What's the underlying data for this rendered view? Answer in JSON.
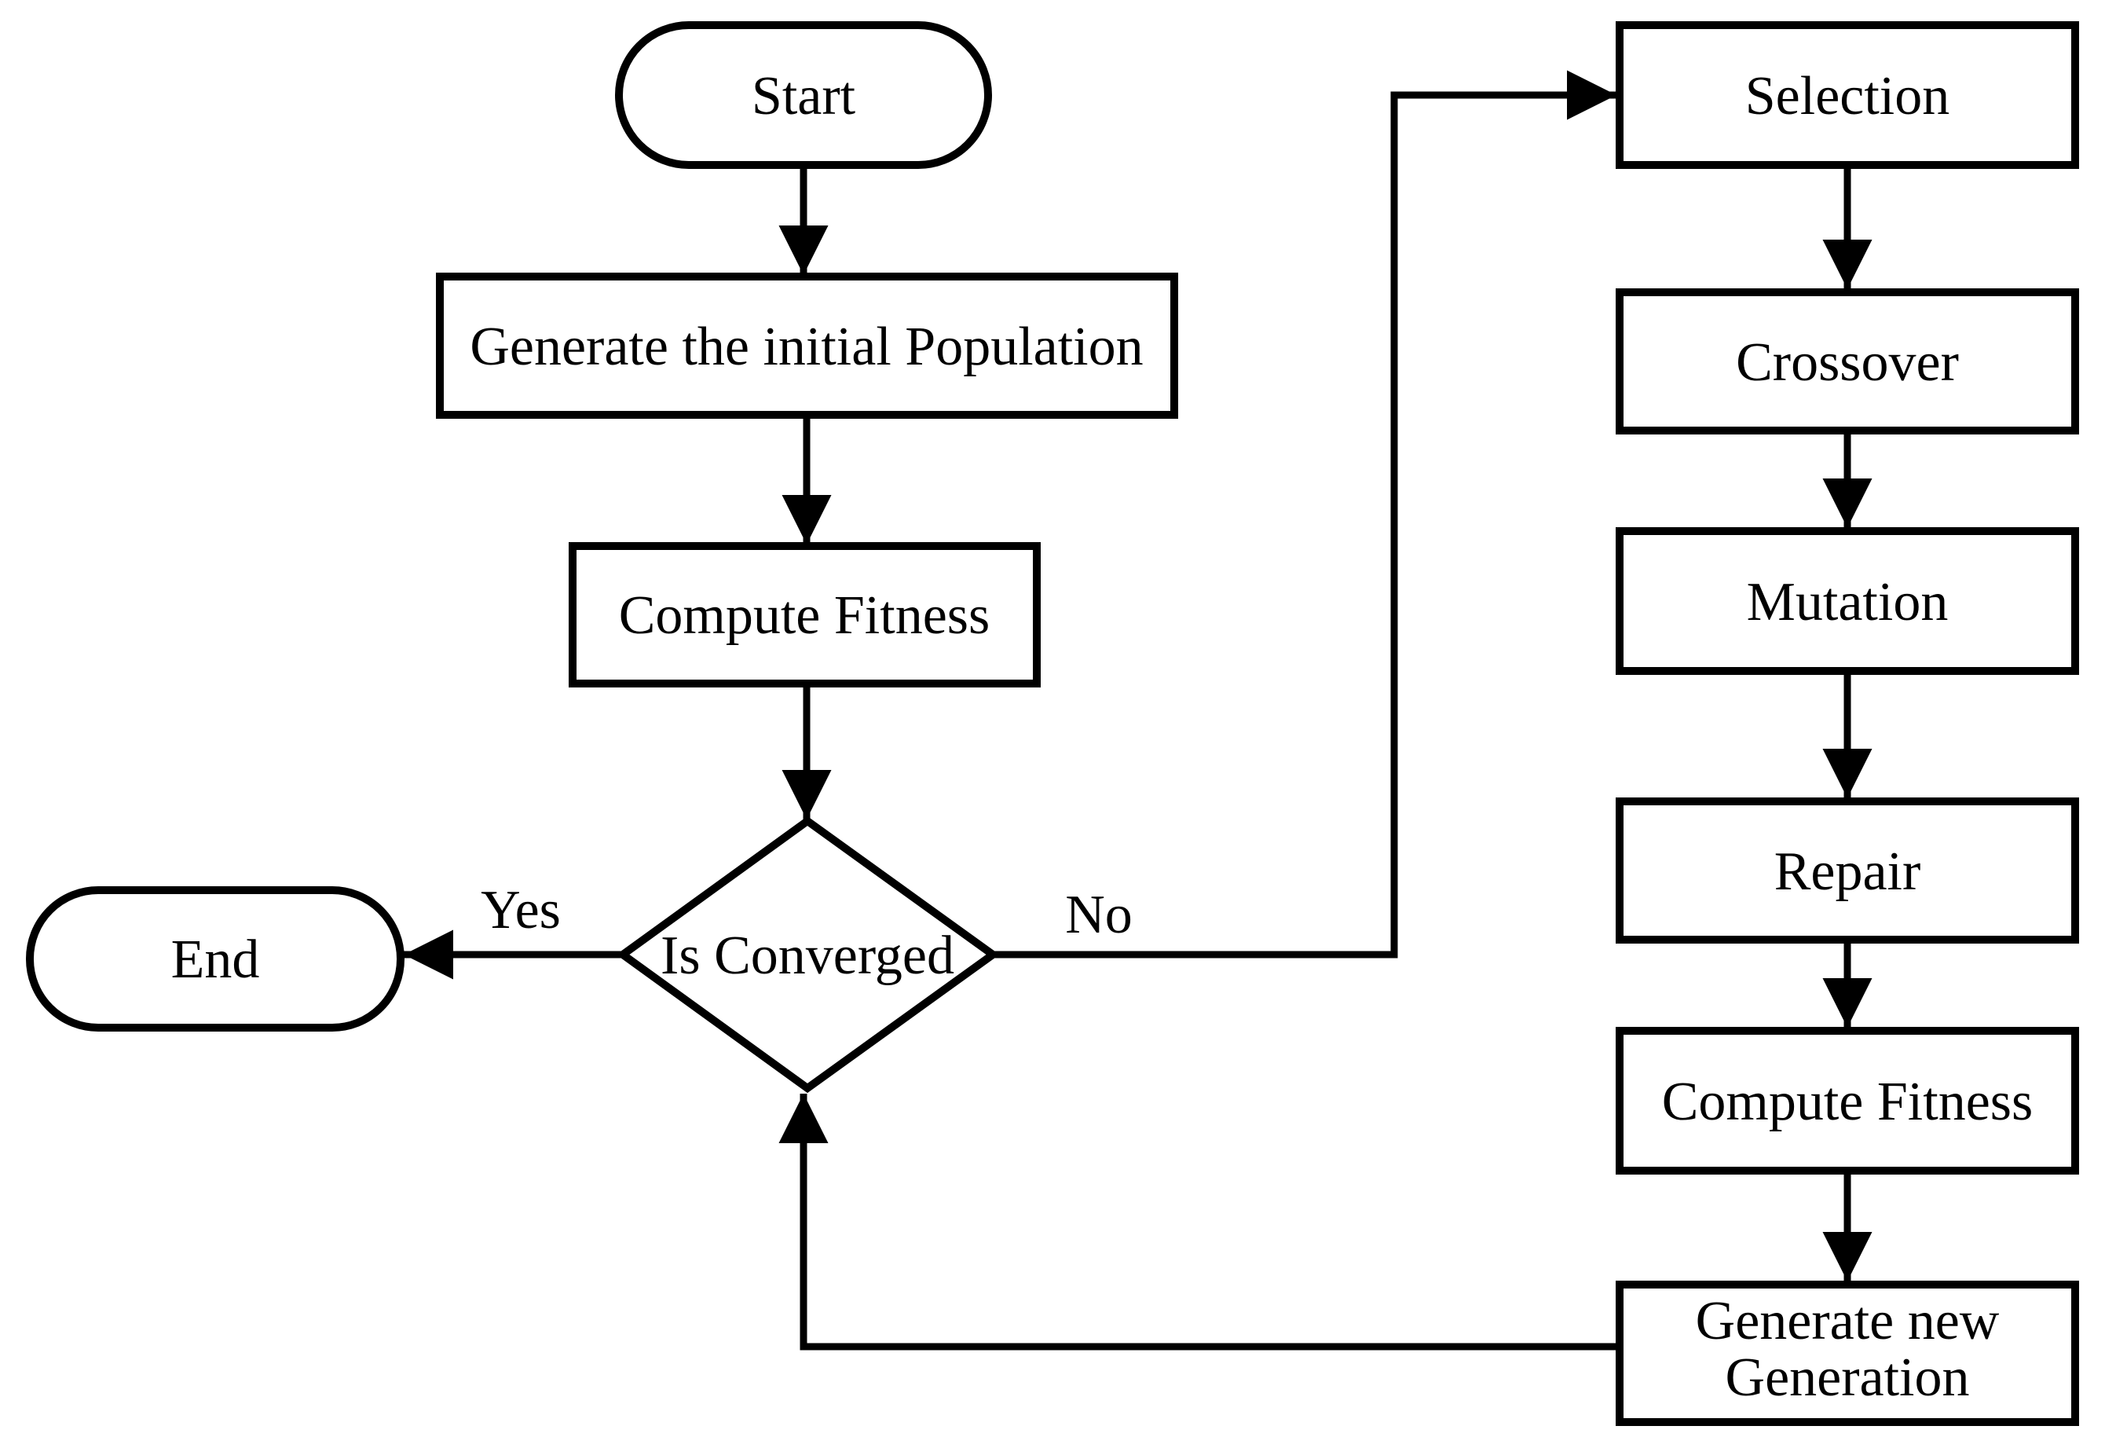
{
  "diagram": {
    "description": "Genetic algorithm flowchart",
    "colors": {
      "line": "#000000",
      "shape_fill": "#ffffff",
      "background": "#ffffff",
      "text": "#000000"
    },
    "nodes": {
      "start": {
        "label": "Start",
        "type": "terminator"
      },
      "generate_initial": {
        "label": "Generate the initial Population",
        "type": "process"
      },
      "compute_fitness": {
        "label": "Compute Fitness",
        "type": "process"
      },
      "is_converged": {
        "label": "Is Converged",
        "type": "decision"
      },
      "end": {
        "label": "End",
        "type": "terminator"
      },
      "selection": {
        "label": "Selection",
        "type": "process"
      },
      "crossover": {
        "label": "Crossover",
        "type": "process"
      },
      "mutation": {
        "label": "Mutation",
        "type": "process"
      },
      "repair": {
        "label": "Repair",
        "type": "process"
      },
      "compute_fitness_2": {
        "label": "Compute Fitness",
        "type": "process"
      },
      "generate_new": {
        "label_line1": "Generate new",
        "label_line2": "Generation",
        "type": "process"
      }
    },
    "edges": {
      "yes_label": "Yes",
      "no_label": "No",
      "list": [
        {
          "from": "start",
          "to": "generate_initial"
        },
        {
          "from": "generate_initial",
          "to": "compute_fitness"
        },
        {
          "from": "compute_fitness",
          "to": "is_converged"
        },
        {
          "from": "is_converged",
          "to": "end",
          "label": "Yes"
        },
        {
          "from": "is_converged",
          "to": "selection",
          "label": "No"
        },
        {
          "from": "selection",
          "to": "crossover"
        },
        {
          "from": "crossover",
          "to": "mutation"
        },
        {
          "from": "mutation",
          "to": "repair"
        },
        {
          "from": "repair",
          "to": "compute_fitness_2"
        },
        {
          "from": "compute_fitness_2",
          "to": "generate_new"
        },
        {
          "from": "generate_new",
          "to": "is_converged"
        }
      ]
    }
  }
}
